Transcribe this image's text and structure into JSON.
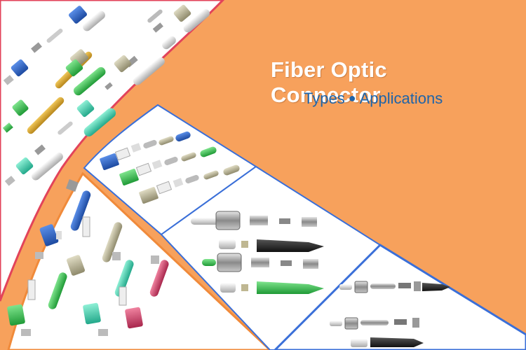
{
  "banner": {
    "title": "Fiber Optic Connector",
    "subtitle_left": "Types",
    "subtitle_bullet": "●",
    "subtitle_right": "Applications"
  },
  "colors": {
    "background": "#f7a15c",
    "title": "#ffffff",
    "subtitle": "#1f64a8",
    "border_red": "#e2435a",
    "border_orange": "#f08a3a",
    "border_blue": "#3a6fd8",
    "blue_part": "#2a63c4",
    "green_part": "#2fbf4a",
    "yellow_part": "#d9a424",
    "aqua_part": "#37c9a8",
    "beige_part": "#bdb79a",
    "pink_part": "#d2456a",
    "black_part": "#202020"
  },
  "panels": [
    {
      "name": "lc-connectors-panel",
      "icon": "lc-connector-exploded-icon"
    },
    {
      "name": "sc-connectors-panel",
      "icon": "sc-connector-exploded-icon"
    },
    {
      "name": "fc-connectors-panel",
      "icon": "fc-connector-exploded-icon"
    },
    {
      "name": "st-connectors-panel",
      "icon": "st-connector-exploded-icon"
    },
    {
      "name": "mu-connectors-panel",
      "icon": "mu-connector-exploded-icon"
    }
  ]
}
